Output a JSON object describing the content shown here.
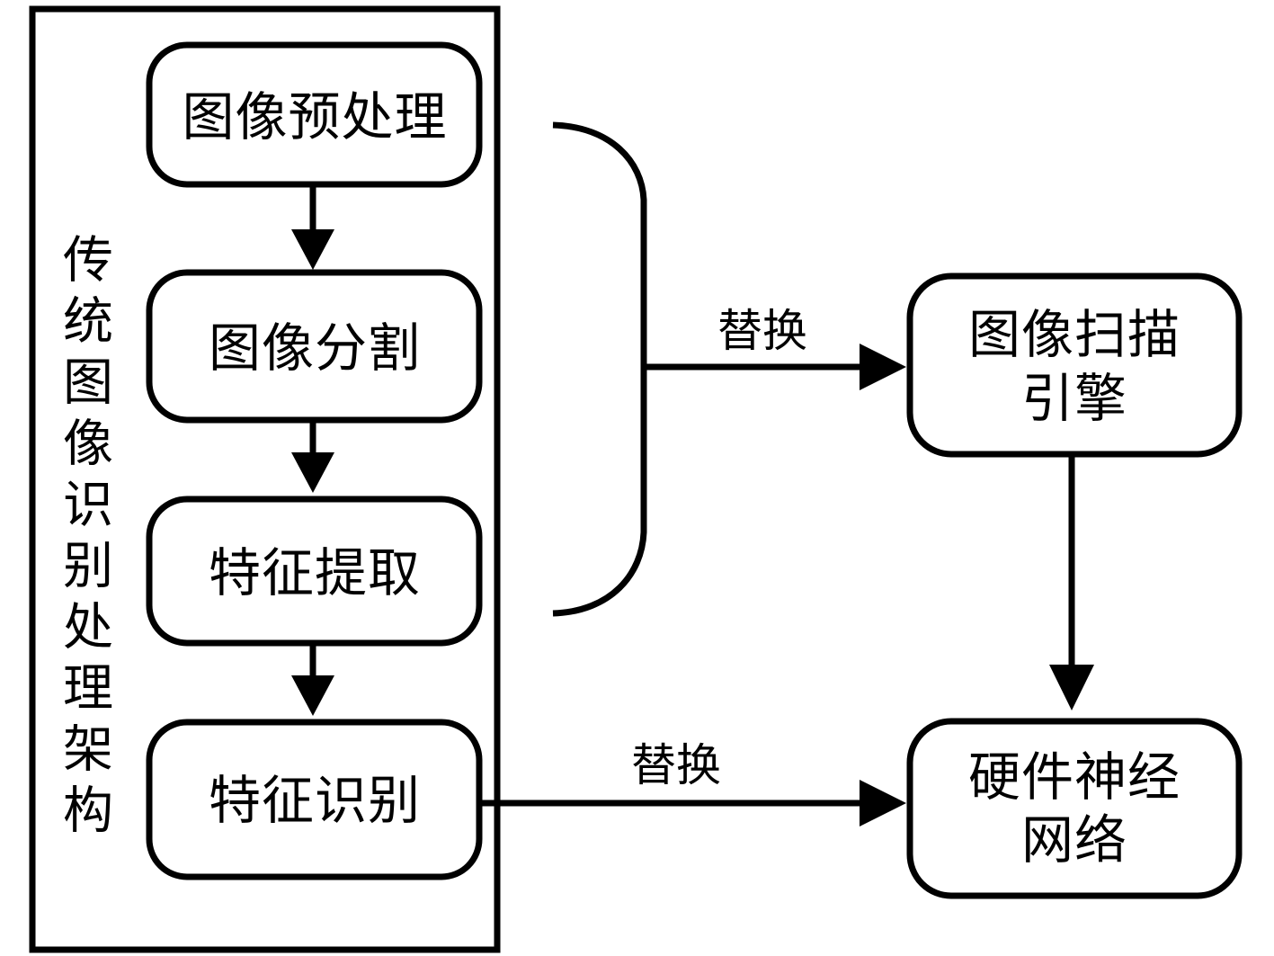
{
  "diagram": {
    "type": "flowchart",
    "title_vertical": "传统图像识别处理架构",
    "group_frame": {
      "name": "traditional-architecture-frame",
      "label": "传统图像识别处理架构"
    },
    "pipeline_nodes": [
      {
        "id": "image-preprocessing",
        "label": "图像预处理"
      },
      {
        "id": "image-segmentation",
        "label": "图像分割"
      },
      {
        "id": "feature-extraction",
        "label": "特征提取"
      },
      {
        "id": "feature-recognition",
        "label": "特征识别"
      }
    ],
    "replacement_nodes": [
      {
        "id": "image-scan-engine",
        "label_line1": "图像扫描",
        "label_line2": "引擎"
      },
      {
        "id": "hardware-neural-network",
        "label_line1": "硬件神经",
        "label_line2": "网络"
      }
    ],
    "edge_labels": {
      "replace_top": "替换",
      "replace_bottom": "替换"
    },
    "connections": [
      {
        "from": "image-preprocessing",
        "to": "image-segmentation",
        "label": ""
      },
      {
        "from": "image-segmentation",
        "to": "feature-extraction",
        "label": ""
      },
      {
        "from": "feature-extraction",
        "to": "feature-recognition",
        "label": ""
      },
      {
        "from": "brace-group",
        "to": "image-scan-engine",
        "label": "替换"
      },
      {
        "from": "feature-recognition",
        "to": "hardware-neural-network",
        "label": "替换"
      },
      {
        "from": "image-scan-engine",
        "to": "hardware-neural-network",
        "label": ""
      }
    ],
    "colors": {
      "stroke": "#000000",
      "fill": "#ffffff",
      "text": "#000000"
    }
  }
}
